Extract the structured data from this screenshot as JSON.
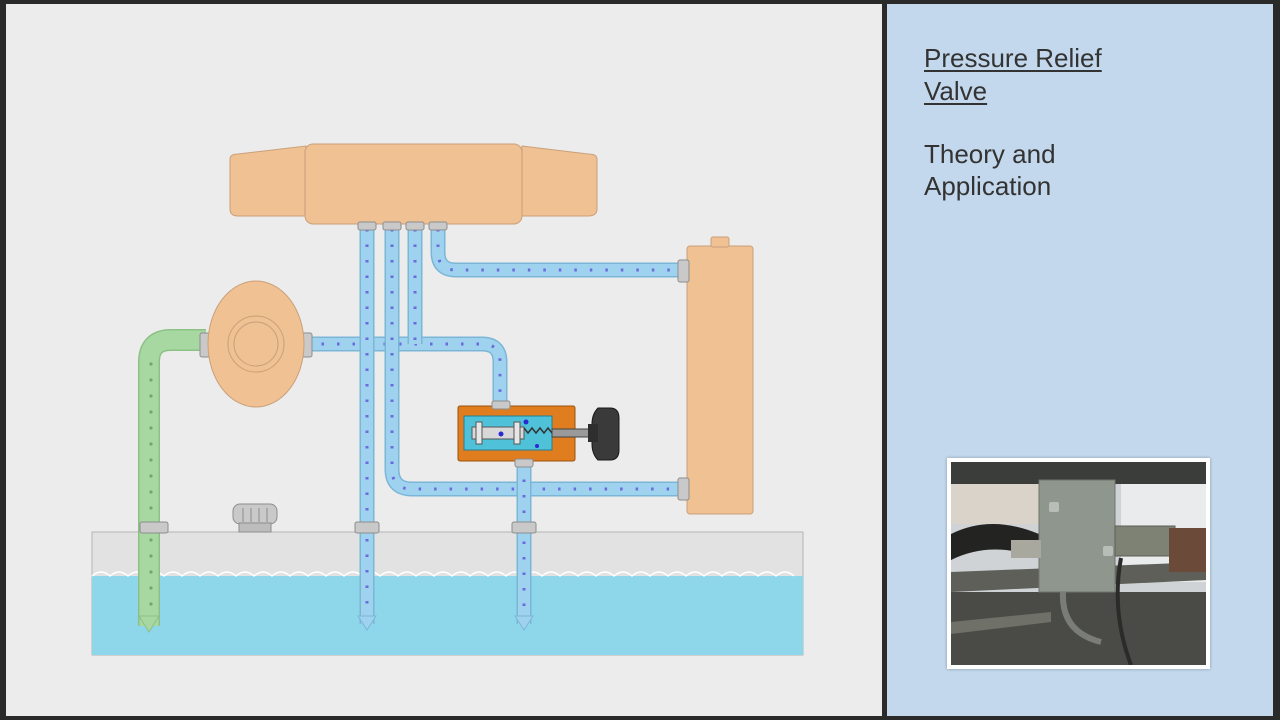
{
  "title": {
    "line1": "Pressure Relief",
    "line2": "Valve"
  },
  "subtitle": {
    "line1": "Theory and",
    "line2": "Application"
  },
  "colors": {
    "background": "#ececec",
    "info_panel": "#c3d8ec",
    "pipe_blue": "#9fd2ee",
    "pipe_green": "#a8d8a2",
    "component_tan": "#efc193",
    "fluid": "#8ed6ea",
    "valve_body": "#e07d1e",
    "flow_dots": "#6b6bdc"
  },
  "icons": {
    "adjust_knob": "knob-icon",
    "filler_cap": "filler-cap-icon"
  }
}
